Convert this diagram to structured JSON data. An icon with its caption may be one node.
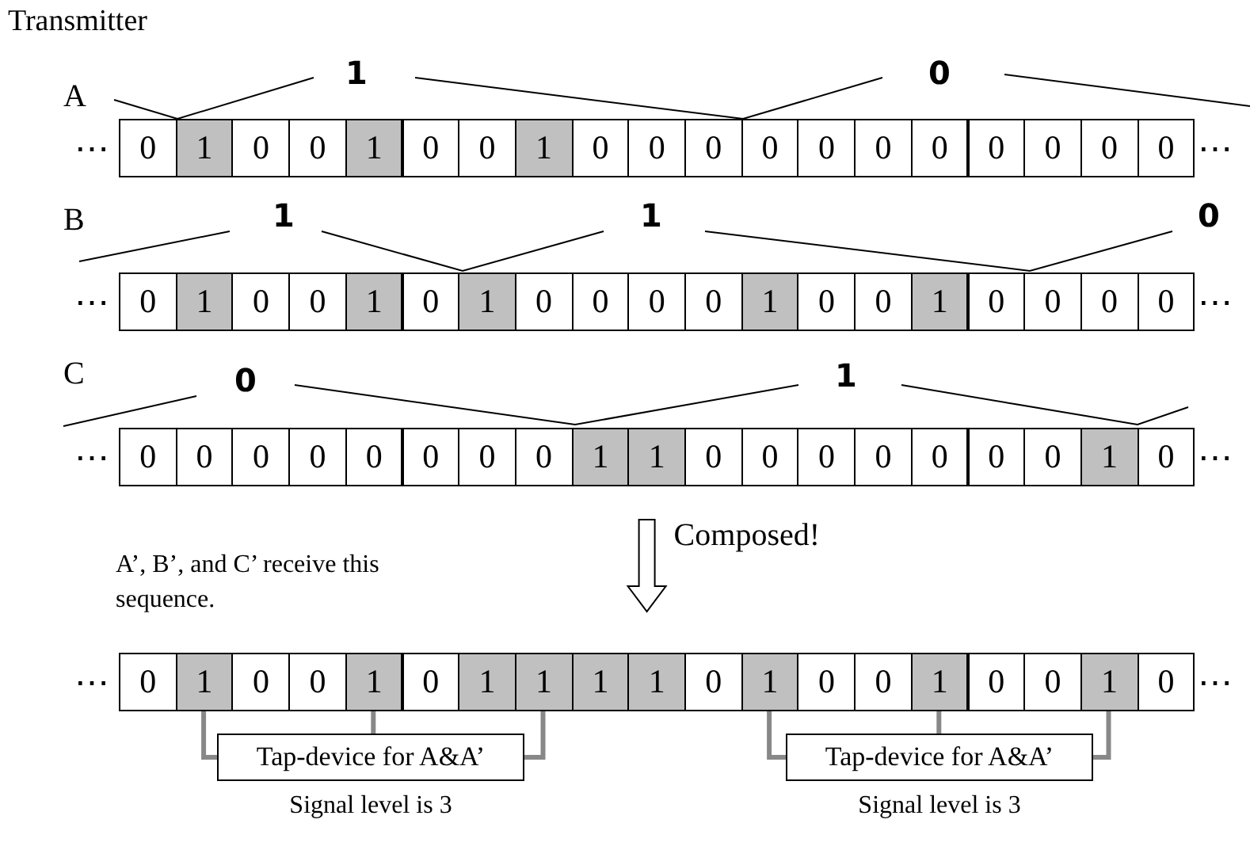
{
  "diagram": {
    "title": "Transmitter",
    "nodes": [
      {
        "text": [
          "0"
        ]
      },
      {
        "text": [
          "1"
        ]
      },
      {
        "text": [
          "0"
        ]
      },
      {
        "text": [
          "0"
        ]
      },
      {
        "text": [
          "1"
        ]
      },
      {
        "text": [
          "0"
        ]
      },
      {
        "text": [
          "0"
        ]
      },
      {
        "text": [
          "1"
        ]
      },
      {
        "text": [
          "0"
        ]
      },
      {
        "text": [
          "0"
        ]
      },
      {
        "text": [
          "0"
        ]
      },
      {
        "text": [
          "0"
        ]
      },
      {
        "text": [
          "0"
        ]
      },
      {
        "text": [
          "0"
        ]
      },
      {
        "text": [
          "0"
        ]
      },
      {
        "text": [
          "0"
        ]
      },
      {
        "text": [
          "0"
        ]
      },
      {
        "text": [
          "0"
        ]
      },
      {
        "text": [
          "0"
        ]
      },
      {
        "text": [
          "0"
        ]
      },
      {
        "text": [
          "1"
        ]
      },
      {
        "text": [
          "0"
        ]
      },
      {
        "text": [
          "0"
        ]
      },
      {
        "text": [
          "1"
        ]
      },
      {
        "text": [
          "0"
        ]
      },
      {
        "text": [
          "1"
        ]
      },
      {
        "text": [
          "0"
        ]
      },
      {
        "text": [
          "0"
        ]
      },
      {
        "text": [
          "0"
        ]
      },
      {
        "text": [
          "0"
        ]
      },
      {
        "text": [
          "1"
        ]
      },
      {
        "text": [
          "0"
        ]
      },
      {
        "text": [
          "0"
        ]
      },
      {
        "text": [
          "1"
        ]
      },
      {
        "text": [
          "0"
        ]
      },
      {
        "text": [
          "0"
        ]
      },
      {
        "text": [
          "0"
        ]
      },
      {
        "text": [
          "0"
        ]
      },
      {
        "text": [
          "0"
        ]
      },
      {
        "text": [
          "0"
        ]
      },
      {
        "text": [
          "0"
        ]
      },
      {
        "text": [
          "0"
        ]
      },
      {
        "text": [
          "0"
        ]
      },
      {
        "text": [
          "0"
        ]
      },
      {
        "text": [
          "0"
        ]
      },
      {
        "text": [
          "0"
        ]
      },
      {
        "text": [
          "1"
        ]
      },
      {
        "text": [
          "1"
        ]
      },
      {
        "text": [
          "0"
        ]
      },
      {
        "text": [
          "0"
        ]
      },
      {
        "text": [
          "0"
        ]
      },
      {
        "text": [
          "0"
        ]
      },
      {
        "text": [
          "0"
        ]
      },
      {
        "text": [
          "0"
        ]
      },
      {
        "text": [
          "0"
        ]
      },
      {
        "text": [
          "1"
        ]
      },
      {
        "text": [
          "0"
        ]
      },
      {
        "text": [
          "0"
        ]
      },
      {
        "text": [
          "1"
        ]
      },
      {
        "text": [
          "0"
        ]
      },
      {
        "text": [
          "0"
        ]
      },
      {
        "text": [
          "1"
        ]
      },
      {
        "text": [
          "0"
        ]
      },
      {
        "text": [
          "1"
        ]
      },
      {
        "text": [
          "1"
        ]
      },
      {
        "text": [
          "1"
        ]
      },
      {
        "text": [
          "1"
        ]
      },
      {
        "text": [
          "0"
        ]
      },
      {
        "text": [
          "1"
        ]
      },
      {
        "text": [
          "0"
        ]
      },
      {
        "text": [
          "0"
        ]
      },
      {
        "text": [
          "1"
        ]
      },
      {
        "text": [
          "0"
        ]
      },
      {
        "text": [
          "0"
        ]
      },
      {
        "text": [
          "1"
        ]
      },
      {
        "text": [
          "0"
        ]
      },
      {
        "text": [
          "Tap-device for A&A’"
        ],
        "beside": [
          "Signal level is 3"
        ]
      },
      {
        "text": [
          "Tap-device for A&A’"
        ],
        "beside": [
          "Signal level is 3"
        ]
      }
    ],
    "edges": [
      {
        "from": 76,
        "to": 58,
        "arrow": "none"
      },
      {
        "from": 76,
        "to": 61,
        "arrow": "none"
      },
      {
        "from": 76,
        "to": 64,
        "arrow": "none"
      },
      {
        "from": 77,
        "to": 68,
        "arrow": "none"
      },
      {
        "from": 77,
        "to": 71,
        "arrow": "none"
      },
      {
        "from": 77,
        "to": 74,
        "arrow": "none"
      },
      {
        "from": 47,
        "to": 66,
        "arrow": "to",
        "label": "Composed!"
      }
    ],
    "labels": [
      "A",
      "1",
      "0",
      "⋯",
      "⋯",
      "B",
      "1",
      "1",
      "0",
      "⋯",
      "⋯",
      "C",
      "0",
      "1",
      "⋯",
      "⋯",
      "A’, B’, and C’ receive this sequence.",
      "⋯",
      "⋯"
    ]
  }
}
